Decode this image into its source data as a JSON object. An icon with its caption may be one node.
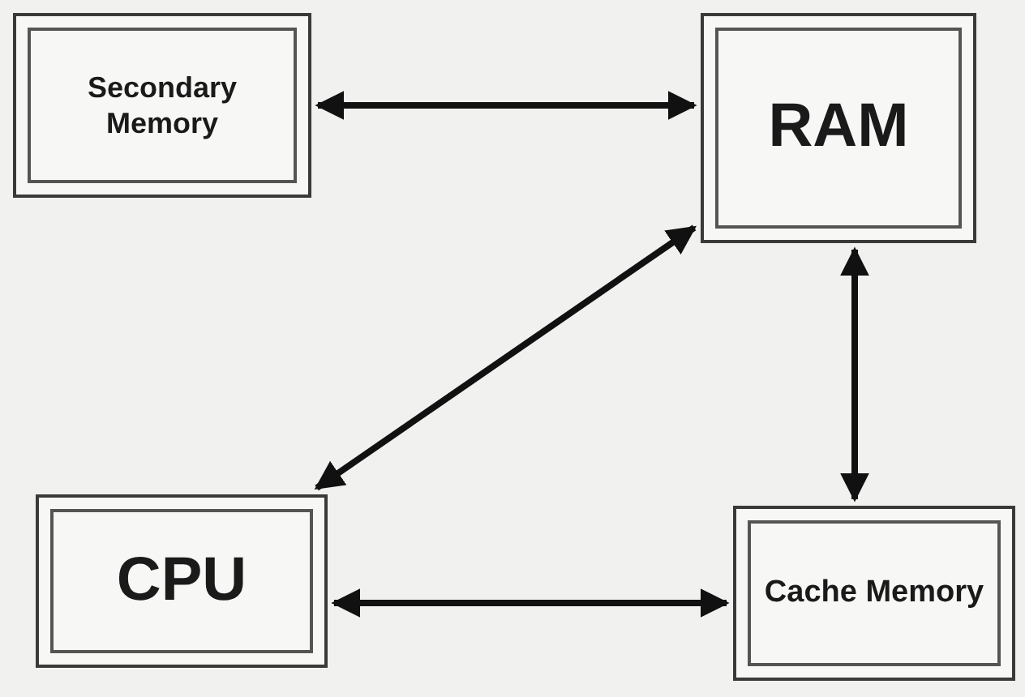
{
  "diagram": {
    "nodes": [
      {
        "text": [
          "Secondary Memory"
        ]
      },
      {
        "text": [
          "RAM"
        ]
      },
      {
        "text": [
          "CPU"
        ]
      },
      {
        "text": [
          "Cache Memory"
        ]
      }
    ],
    "edges": [
      {
        "from": 0,
        "to": 1,
        "arrow": "both"
      },
      {
        "from": 1,
        "to": 2,
        "arrow": "both"
      },
      {
        "from": 1,
        "to": 3,
        "arrow": "both"
      },
      {
        "from": 2,
        "to": 3,
        "arrow": "both"
      }
    ]
  }
}
